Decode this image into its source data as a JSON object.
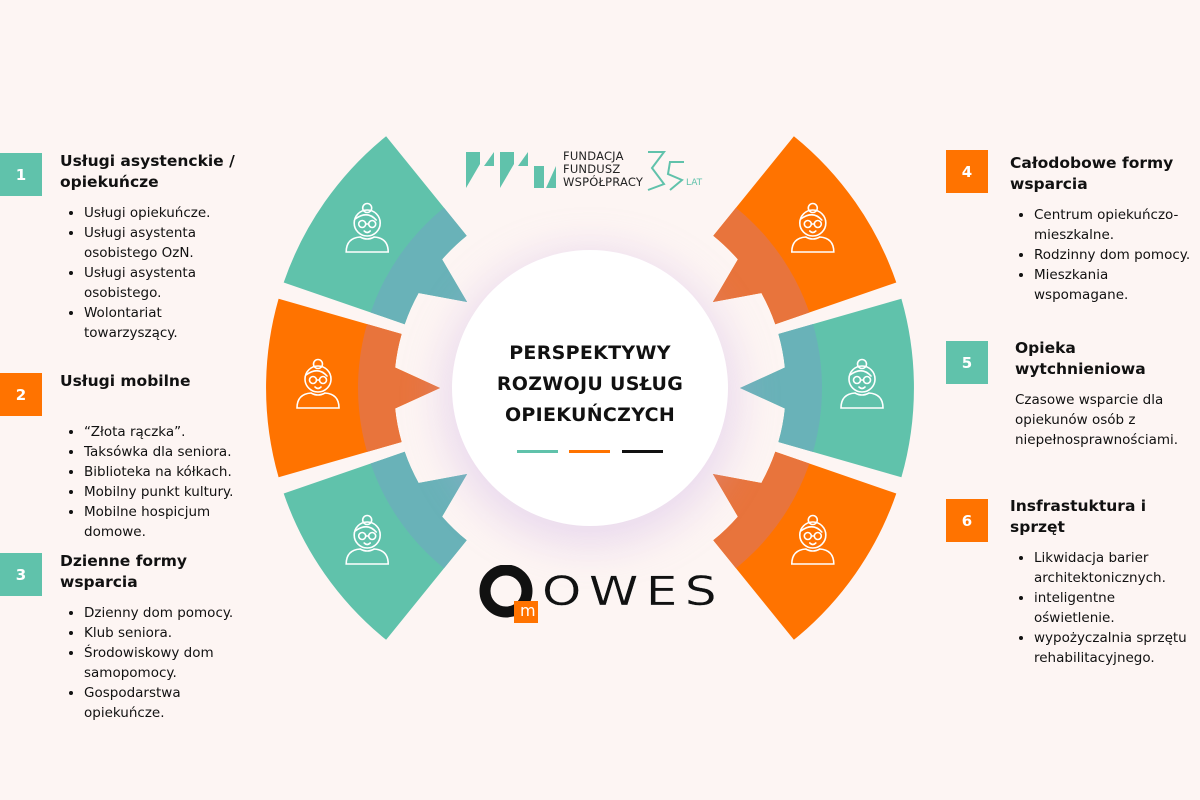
{
  "colors": {
    "teal": "#60c2ab",
    "teal_overlay": "#69b2b8",
    "orange": "#ff7300",
    "orange_overlay": "#e8743c",
    "background": "#fdf5f3"
  },
  "logo_top": {
    "lines": [
      "FUNDACJA",
      "FUNDUSZ",
      "WSPÓŁPRACY"
    ],
    "anniversary": "35",
    "anniversary_suffix": "LAT"
  },
  "logo_bottom": {
    "mark": "m",
    "text": "OWES"
  },
  "center": {
    "title_lines": [
      "PERSPEKTYWY",
      "ROZWOJU USŁUG",
      "OPIEKUŃCZYCH"
    ]
  },
  "sections": [
    {
      "number": "1",
      "title": "Usługi asystenckie / opiekuńcze",
      "items": [
        "Usługi opiekuńcze.",
        "Usługi asystenta osobistego OzN.",
        "Usługi asystenta osobistego.",
        "Wolontariat towarzyszący."
      ]
    },
    {
      "number": "2",
      "title": "Usługi mobilne",
      "items": [
        "“Złota rączka”.",
        "Taksówka dla seniora.",
        "Biblioteka na kółkach.",
        "Mobilny punkt kultury.",
        "Mobilne hospicjum domowe."
      ]
    },
    {
      "number": "3",
      "title": "Dzienne formy wsparcia",
      "items": [
        "Dzienny dom pomocy.",
        "Klub seniora.",
        "Środowiskowy dom samopomocy.",
        "Gospodarstwa opiekuńcze."
      ]
    },
    {
      "number": "4",
      "title": "Całodobowe formy wsparcia",
      "items": [
        "Centrum opiekuńczo-mieszkalne.",
        "Rodzinny dom pomocy.",
        "Mieszkania wspomagane."
      ]
    },
    {
      "number": "5",
      "title": "Opieka wytchnieniowa",
      "text": "Czasowe wsparcie dla opiekunów osób z niepełnosprawnościami."
    },
    {
      "number": "6",
      "title": "Insfrastuktura i sprzęt",
      "items": [
        "Likwidacja barier architektonicznych.",
        "inteligentne oświetlenie.",
        "wypożyczalnia sprzętu rehabilitacyjnego."
      ]
    }
  ],
  "wheel_icons": [
    "elderly-woman-icon",
    "elderly-woman-icon",
    "elderly-woman-icon",
    "elderly-woman-icon",
    "elderly-woman-icon",
    "elderly-woman-icon"
  ]
}
